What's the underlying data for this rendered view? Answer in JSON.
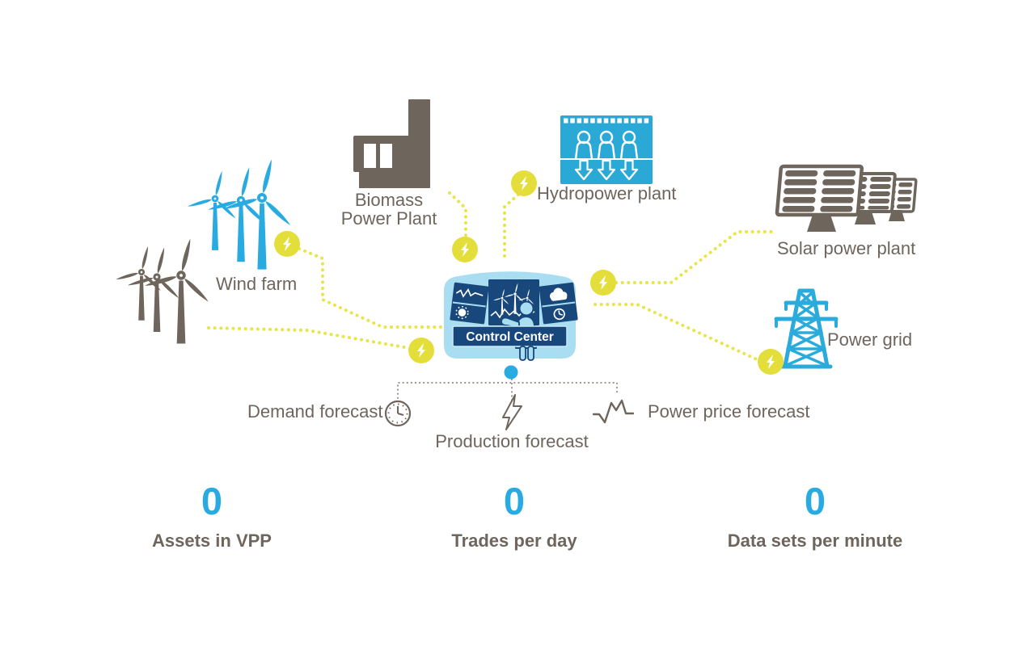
{
  "palette": {
    "cyan": "#29ABE2",
    "dam_cyan": "#2BA9D6",
    "warm_gray": "#6E655D",
    "yellow": "#E3DE39",
    "yellow_dots": "#E8E44A",
    "navy": "#18477B",
    "light_blue": "#A9DDF1",
    "bracket_gray": "#9C958D",
    "background": "#FFFFFF"
  },
  "assets": {
    "wind_farm": {
      "label": "Wind farm"
    },
    "biomass": {
      "label_line1": "Biomass",
      "label_line2": "Power Plant"
    },
    "hydro": {
      "label": "Hydropower plant"
    },
    "solar": {
      "label": "Solar power plant"
    },
    "grid": {
      "label": "Power grid"
    }
  },
  "control_center": {
    "label": "Control Center"
  },
  "forecasts": {
    "demand": "Demand forecast",
    "production": "Production forecast",
    "price": "Power price forecast"
  },
  "stats": [
    {
      "value": "0",
      "label": "Assets in VPP"
    },
    {
      "value": "0",
      "label": "Trades per day"
    },
    {
      "value": "0",
      "label": "Data sets per minute"
    }
  ],
  "icons": {
    "energy-bolt-icon": "white lightning bolt in yellow circle",
    "clock-icon": "outlined clock",
    "lightning-icon": "outlined lightning bolt",
    "price-curve-icon": "zigzag price line",
    "hub-dot": "solid blue circle"
  }
}
